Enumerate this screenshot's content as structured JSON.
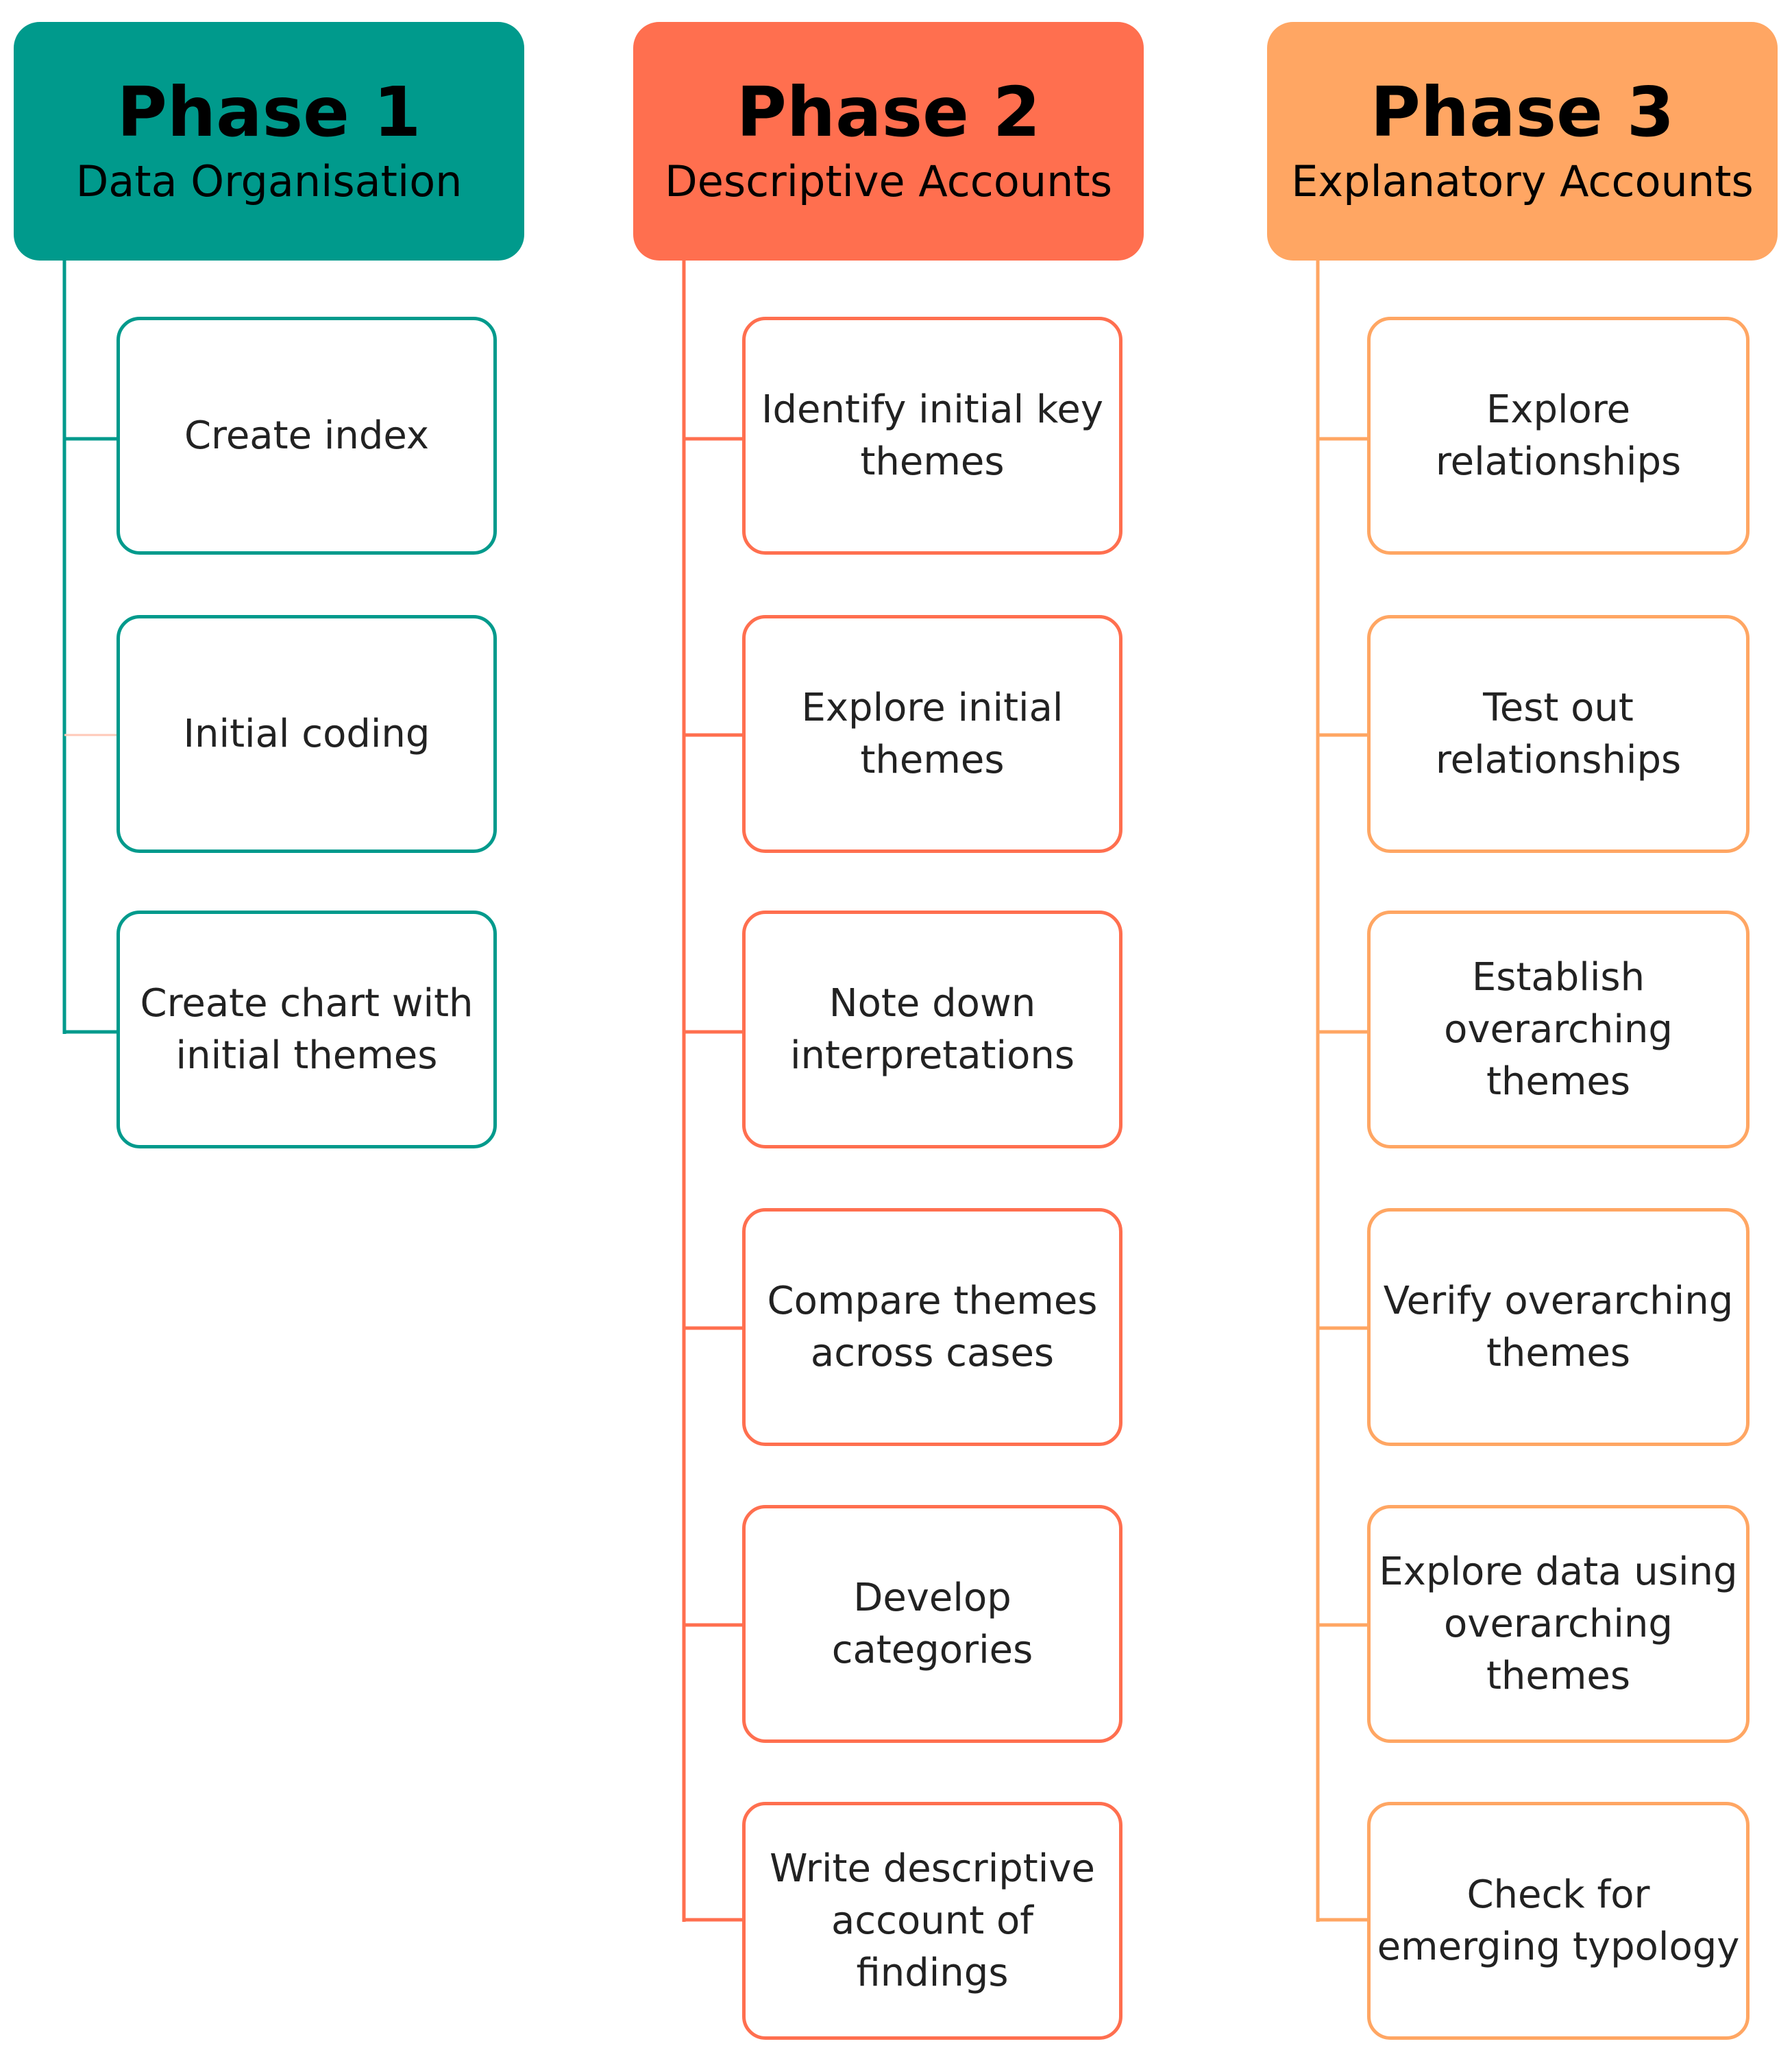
{
  "colors": {
    "phase1": "#009a8c",
    "phase2": "#ff6f4f",
    "phase3": "#ffa663",
    "text": "#222222"
  },
  "phases": [
    {
      "title": "Phase 1",
      "subtitle": "Data Organisation",
      "steps": [
        "Create index",
        "Initial coding",
        "Create chart with\ninitial themes"
      ]
    },
    {
      "title": "Phase 2",
      "subtitle": "Descriptive Accounts",
      "steps": [
        "Identify initial key\nthemes",
        "Explore initial\nthemes",
        "Note down\ninterpretations",
        "Compare themes\nacross cases",
        "Develop\ncategories",
        "Write descriptive\naccount of\nfindings"
      ]
    },
    {
      "title": "Phase 3",
      "subtitle": "Explanatory Accounts",
      "steps": [
        "Explore\nrelationships",
        "Test out\nrelationships",
        "Establish\noverarching\nthemes",
        "Verify overarching\nthemes",
        "Explore data using\noverarching\nthemes",
        "Check for\nemerging typology"
      ]
    }
  ]
}
